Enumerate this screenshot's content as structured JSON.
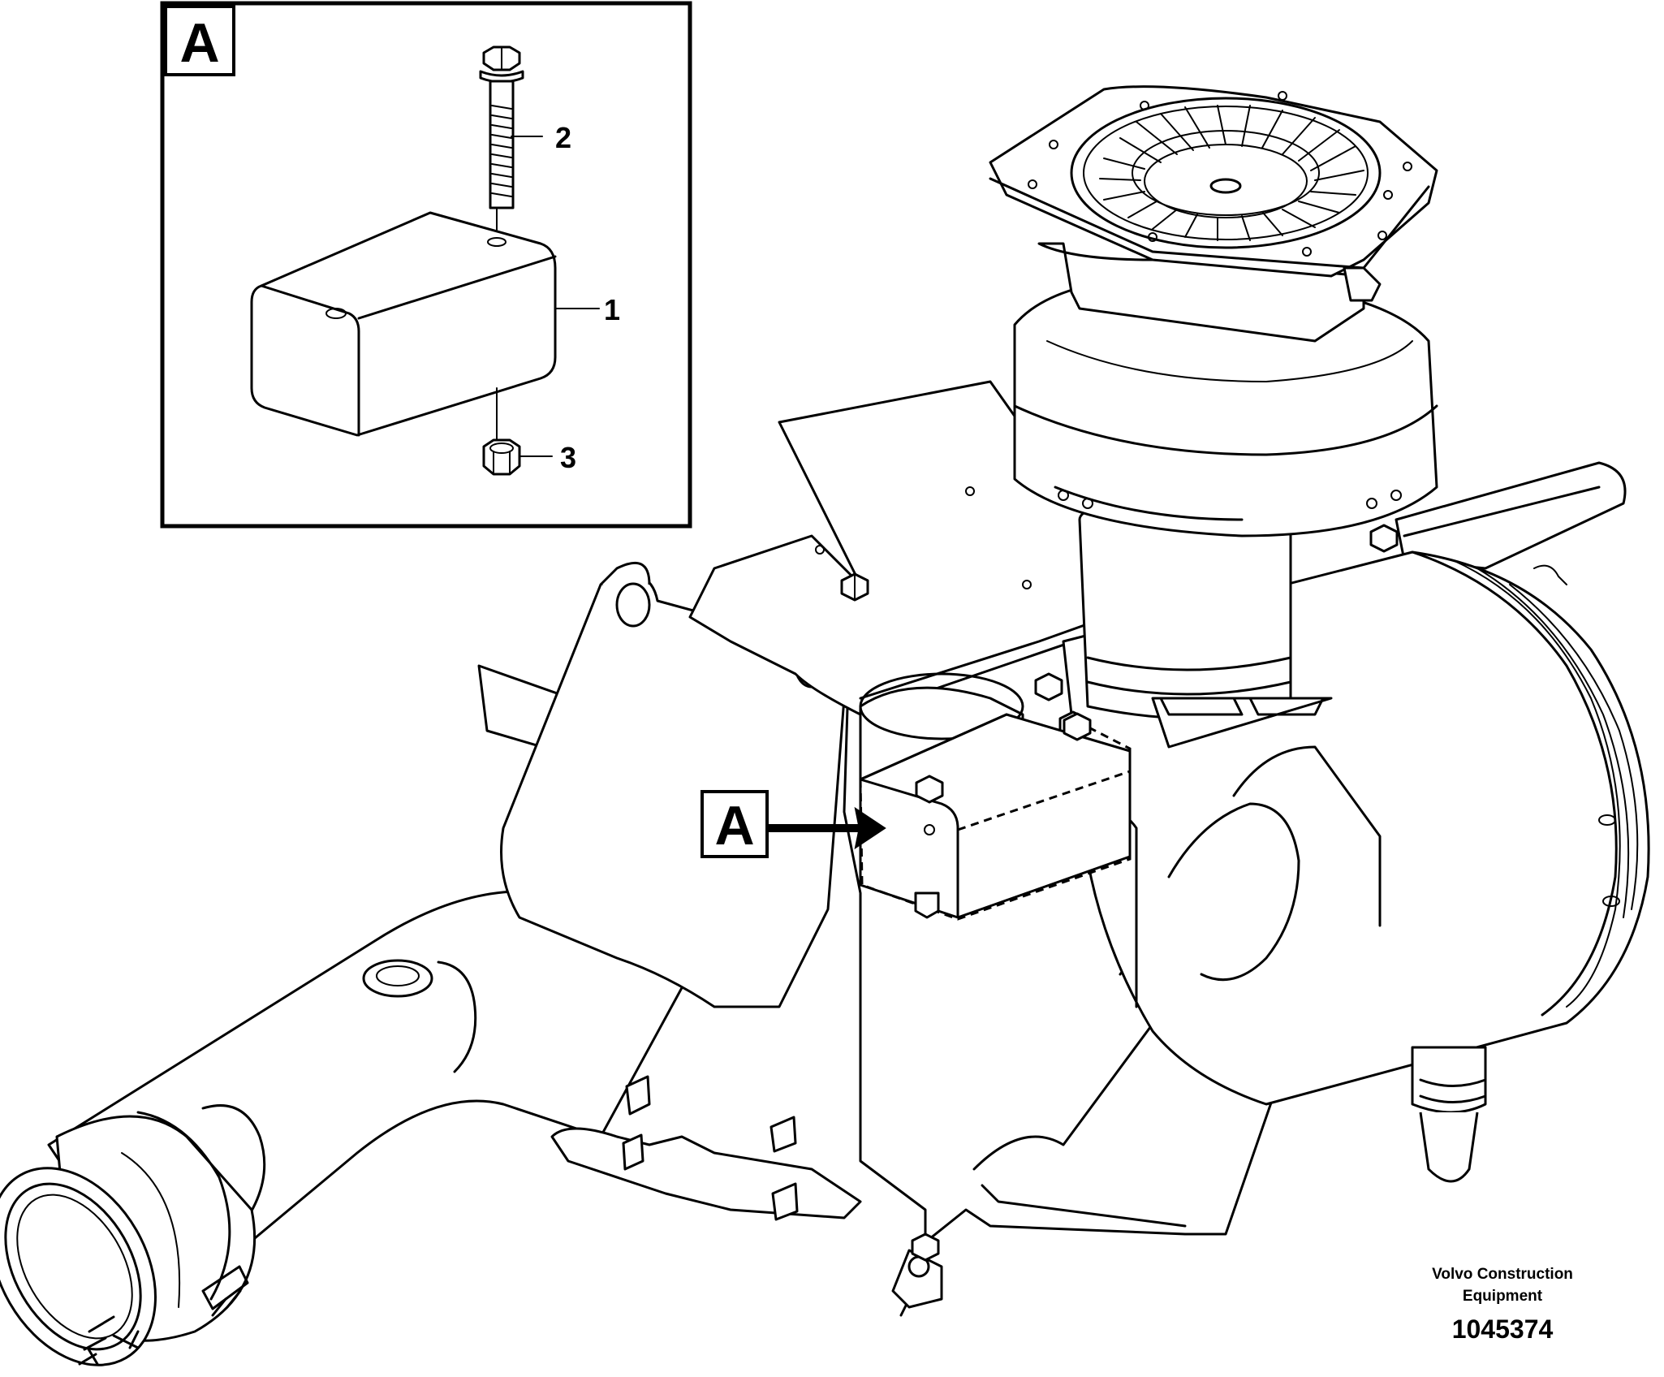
{
  "detail_view": {
    "label": "A",
    "callouts": [
      {
        "number": "1",
        "part": "box"
      },
      {
        "number": "2",
        "part": "bolt"
      },
      {
        "number": "3",
        "part": "nut"
      }
    ]
  },
  "main_view": {
    "reference_label": "A"
  },
  "caption": {
    "line1": "Volvo Construction",
    "line2": "Equipment",
    "code": "1045374"
  }
}
